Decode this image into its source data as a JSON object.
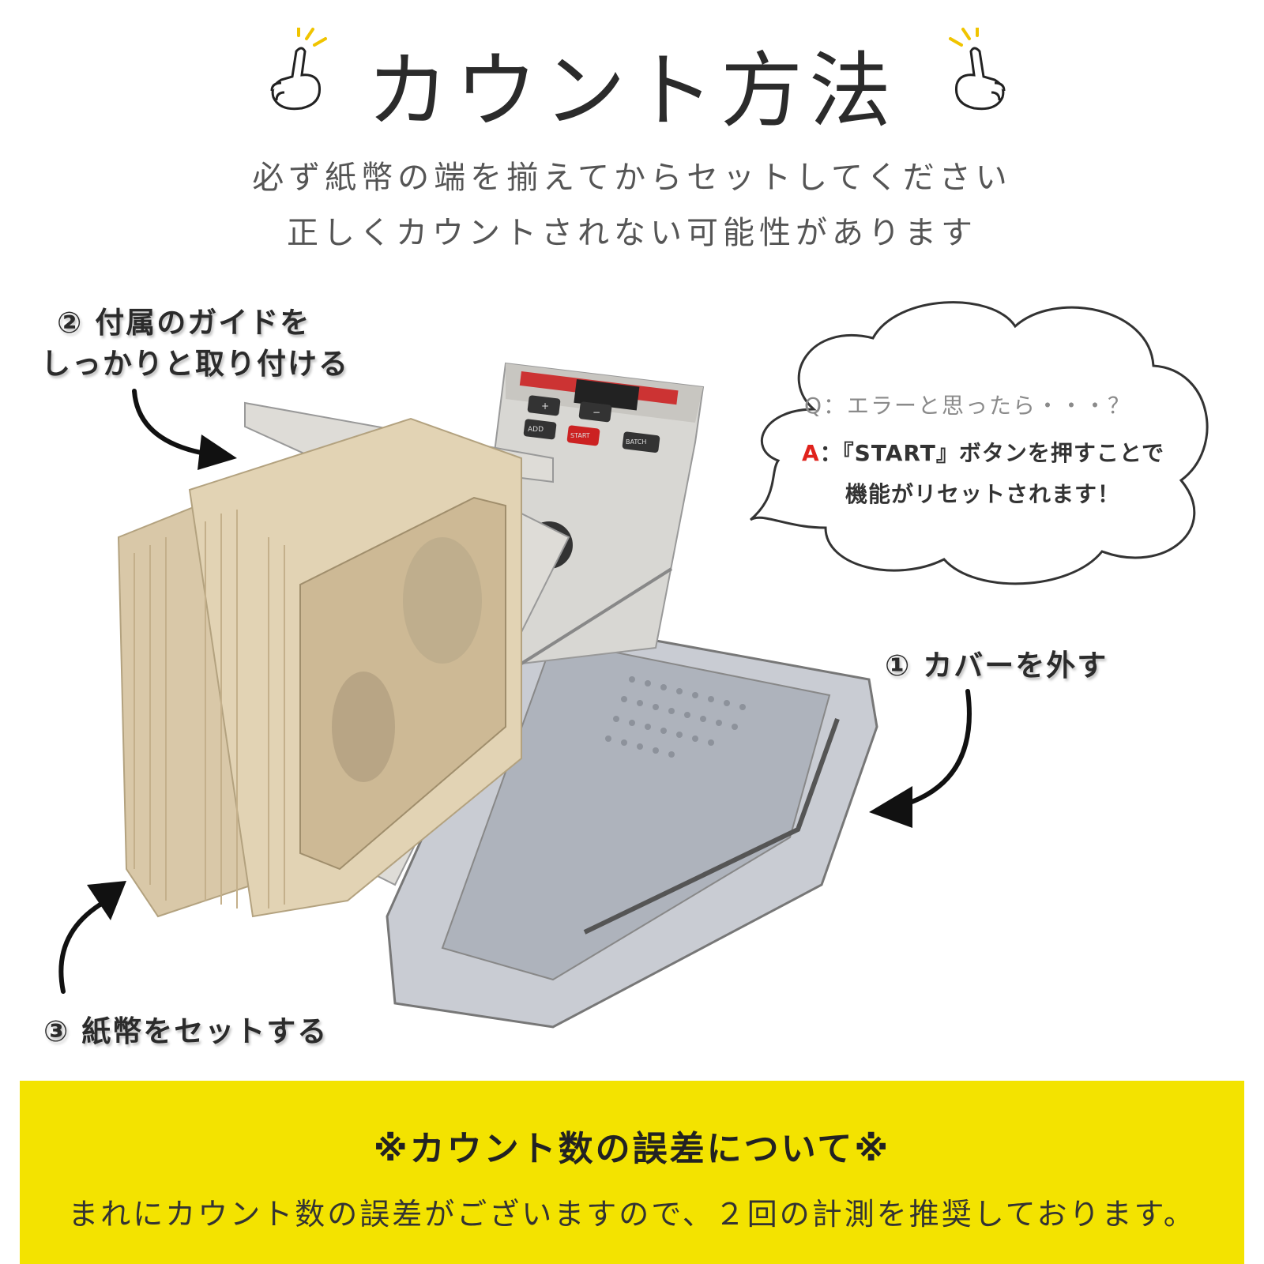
{
  "header": {
    "title": "カウント方法",
    "subtitle_line1": "必ず紙幣の端を揃えてからセットしてください",
    "subtitle_line2": "正しくカウントされない可能性があります"
  },
  "steps": {
    "step1": "① カバーを外す",
    "step2_line1": "② 付属のガイドを",
    "step2_line2": "しっかりと取り付ける",
    "step3": "③ 紙幣をセットする"
  },
  "faq": {
    "question": "Q：エラーと思ったら・・・？",
    "answer_prefix": "A",
    "answer_line1": "：『START』ボタンを押すことで",
    "answer_line2": "機能がリセットされます！"
  },
  "machine": {
    "buttons": {
      "plus": "+",
      "minus": "−",
      "add": "ADD",
      "batch": "BATCH",
      "start": "START"
    }
  },
  "notice": {
    "title": "※カウント数の誤差について※",
    "text": "まれにカウント数の誤差がございますので、２回の計測を推奨しております。"
  },
  "colors": {
    "banner": "#f3e300",
    "accent_red": "#e0221c"
  }
}
